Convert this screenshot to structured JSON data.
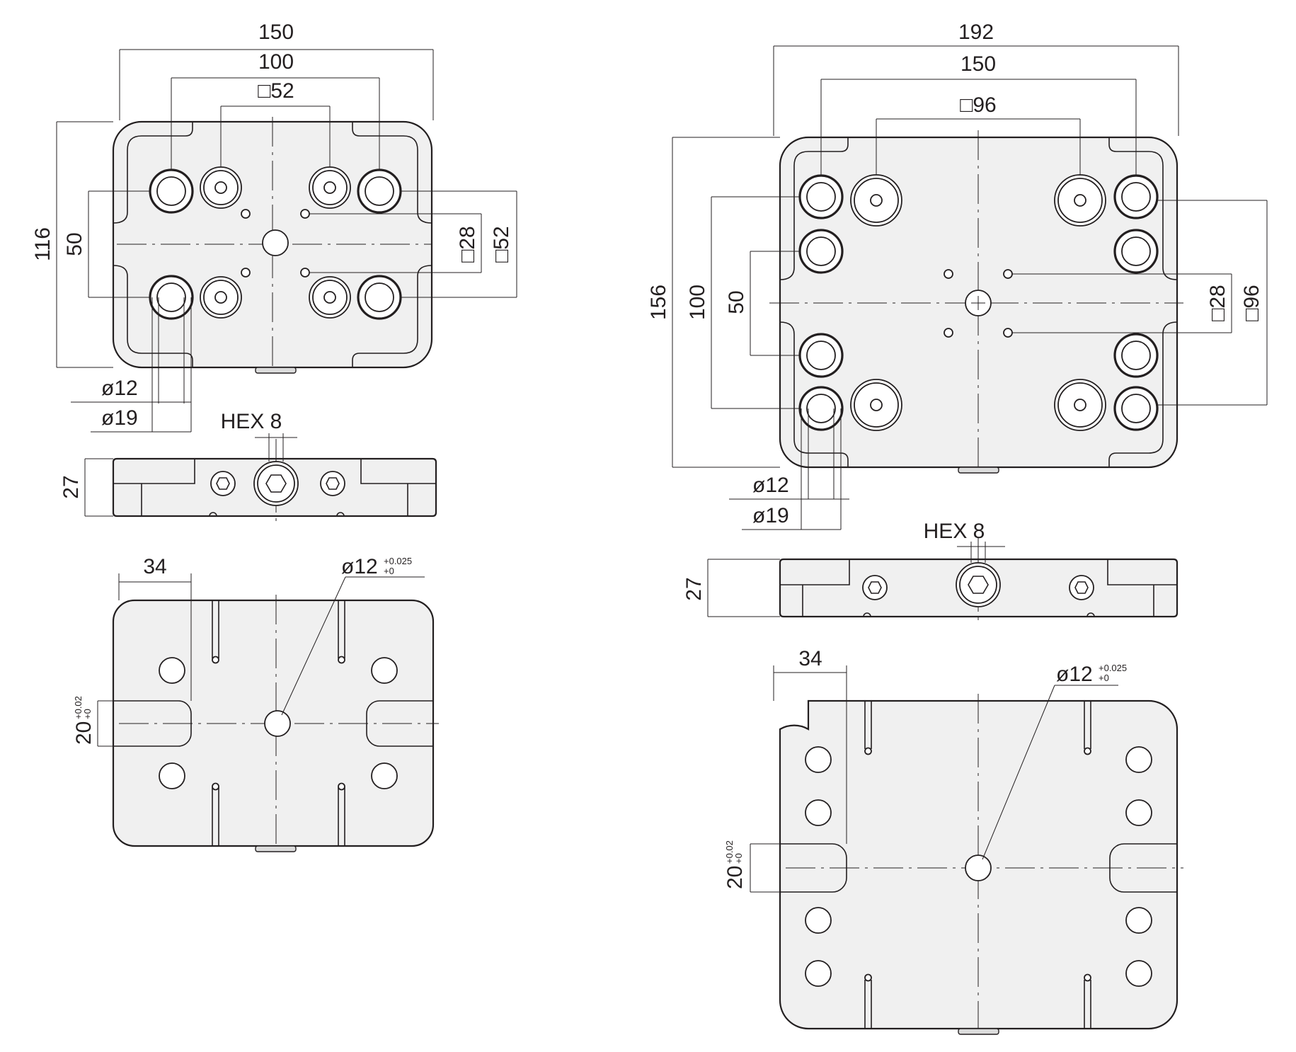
{
  "left": {
    "top_view": {
      "overall_width": "150",
      "hole_spacing": "100",
      "square_outer": "□52",
      "height": "116",
      "inner_spacing": "50",
      "square_inner_v": "□28",
      "square_outer_v": "□52",
      "dia_small": "ø12",
      "dia_large": "ø19"
    },
    "side_view": {
      "hex_label": "HEX 8",
      "thickness": "27"
    },
    "bottom_view": {
      "slot_offset": "34",
      "bore_dia": "ø12",
      "bore_tol_upper": "+0.025",
      "bore_tol_lower": "+0",
      "slot_width": "20",
      "slot_tol_upper": "+0.02",
      "slot_tol_lower": "+0"
    }
  },
  "right": {
    "top_view": {
      "overall_width": "192",
      "hole_spacing": "150",
      "square_outer": "□96",
      "height": "156",
      "inner_spacing_outer": "100",
      "inner_spacing": "50",
      "square_inner_v": "□28",
      "square_outer_v": "□96",
      "dia_small": "ø12",
      "dia_large": "ø19"
    },
    "side_view": {
      "hex_label": "HEX 8",
      "thickness": "27"
    },
    "bottom_view": {
      "slot_offset": "34",
      "bore_dia": "ø12",
      "bore_tol_upper": "+0.025",
      "bore_tol_lower": "+0",
      "slot_width": "20",
      "slot_tol_upper": "+0.02",
      "slot_tol_lower": "+0"
    }
  }
}
